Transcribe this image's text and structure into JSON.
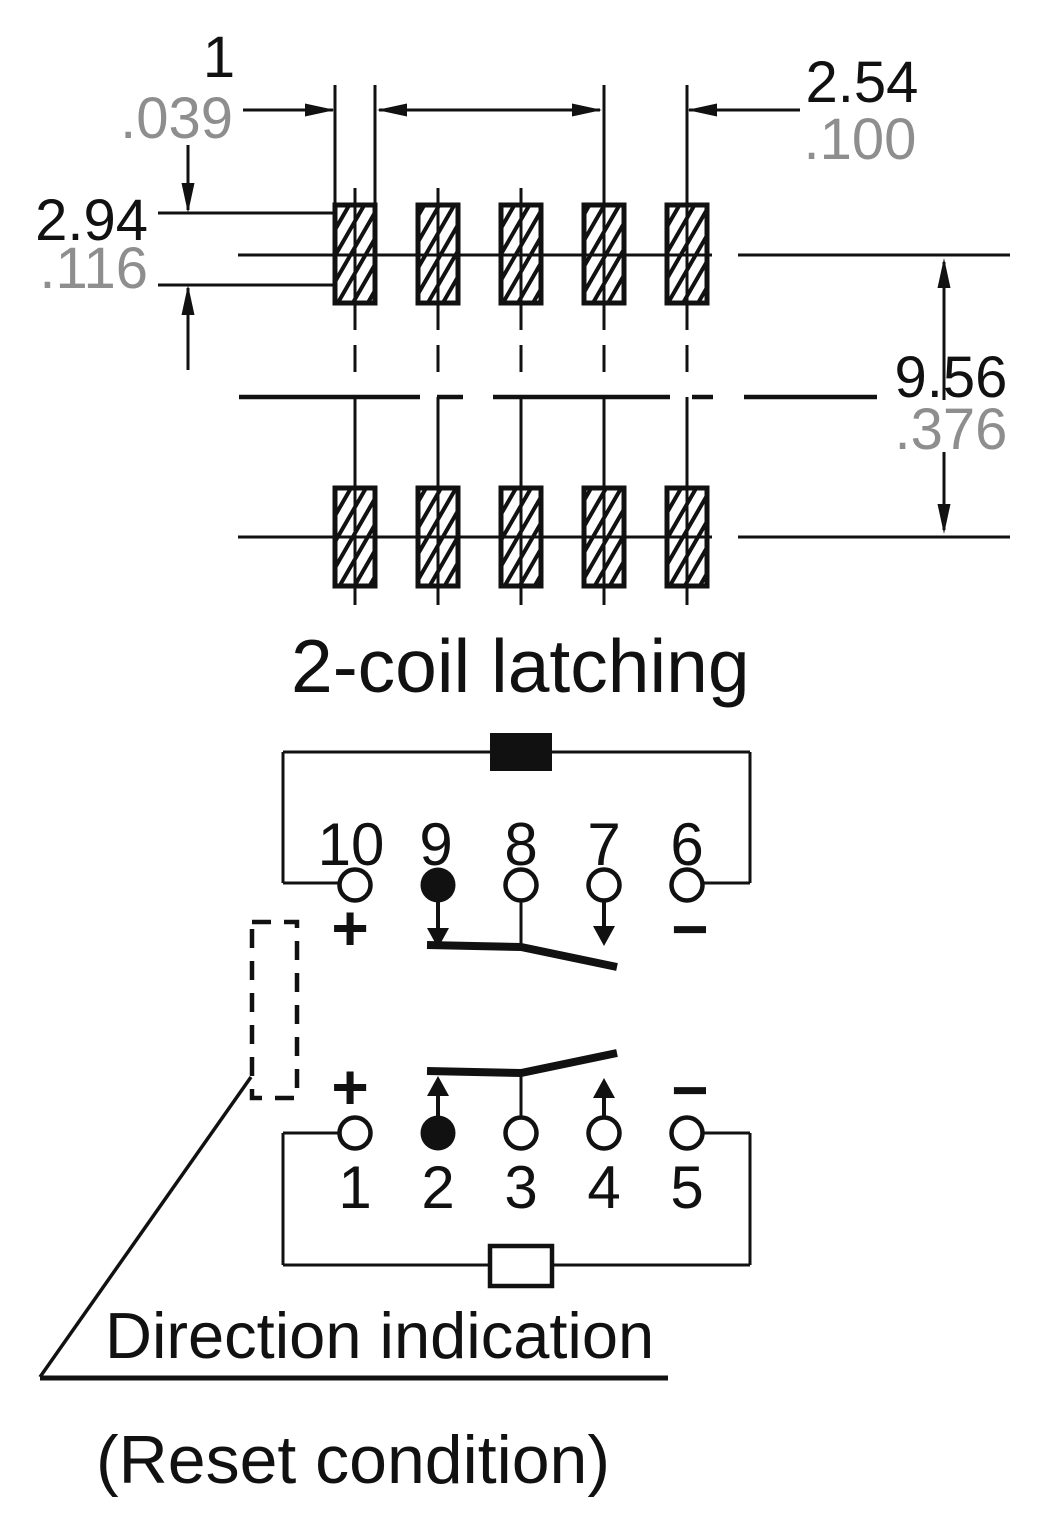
{
  "figure": {
    "title": "2-coil latching",
    "caption_line1": "Direction indication",
    "caption_line2": "(Reset condition)"
  },
  "dimensions": {
    "pad_width": {
      "mm": "1",
      "inch": ".039"
    },
    "pitch": {
      "mm": "2.54",
      "inch": ".100"
    },
    "pad_length": {
      "mm": "2.94",
      "inch": ".116"
    },
    "row_spacing": {
      "mm": "9.56",
      "inch": ".376"
    }
  },
  "schematic": {
    "top_pins": [
      "10",
      "9",
      "8",
      "7",
      "6"
    ],
    "bottom_pins": [
      "1",
      "2",
      "3",
      "4",
      "5"
    ],
    "polarity": {
      "top_left": "+",
      "top_right": "−",
      "bottom_left": "+",
      "bottom_right": "−"
    }
  },
  "colors": {
    "ink": "#111111",
    "secondary": "#8e8e8e",
    "background": "#ffffff"
  }
}
